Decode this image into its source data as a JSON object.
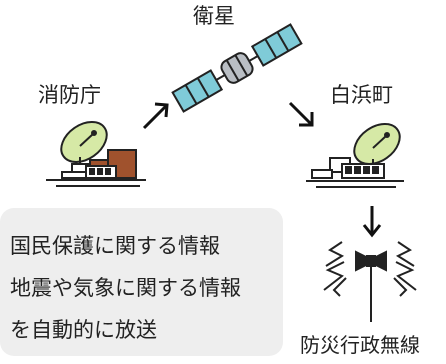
{
  "labels": {
    "satellite": "衛星",
    "fire_agency": "消防庁",
    "town_office": "白浜町",
    "disaster_radio": "防災行政無線"
  },
  "info_box": {
    "lines": [
      "国民保護に関する情報",
      "地震や気象に関する情報",
      "を自動的に放送"
    ]
  },
  "colors": {
    "dish": "#d6e9a6",
    "solar_panel": "#7fcbd8",
    "building": "#a0522d",
    "stroke": "#222222",
    "box": "#eeeeee"
  },
  "icons": {
    "satellite": "satellite-icon",
    "fire_agency_station": "ground-station-icon",
    "town_station": "ground-station-icon",
    "loudspeaker": "loudspeaker-tower-icon"
  }
}
